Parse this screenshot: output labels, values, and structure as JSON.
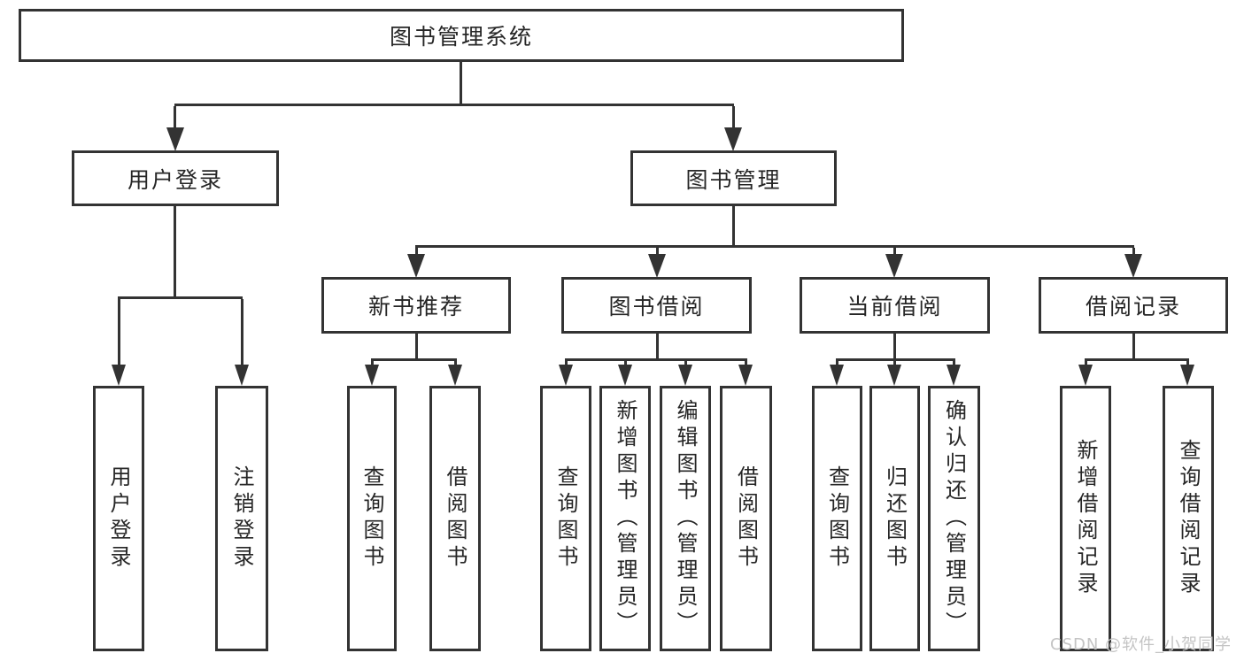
{
  "tree": {
    "root": {
      "label": "图书管理系统"
    },
    "branches": [
      {
        "label": "用户登录",
        "leaves": [
          {
            "label": "用户登录"
          },
          {
            "label": "注销登录"
          }
        ]
      },
      {
        "label": "图书管理",
        "children": [
          {
            "label": "新书推荐",
            "leaves": [
              {
                "label": "查询图书"
              },
              {
                "label": "借阅图书"
              }
            ]
          },
          {
            "label": "图书借阅",
            "leaves": [
              {
                "label": "查询图书"
              },
              {
                "label": "新增图书（管理员）"
              },
              {
                "label": "编辑图书（管理员）"
              },
              {
                "label": "借阅图书"
              }
            ]
          },
          {
            "label": "当前借阅",
            "leaves": [
              {
                "label": "查询图书"
              },
              {
                "label": "归还图书"
              },
              {
                "label": "确认归还（管理员）"
              }
            ]
          },
          {
            "label": "借阅记录",
            "leaves": [
              {
                "label": "新增借阅记录"
              },
              {
                "label": "查询借阅记录"
              }
            ]
          }
        ]
      }
    ]
  },
  "watermark": {
    "text": "CSDN @软件_小贺同学"
  },
  "colors": {
    "line": "#333333",
    "text": "#262626",
    "watermark": "#c4c4c4",
    "background": "#ffffff"
  }
}
